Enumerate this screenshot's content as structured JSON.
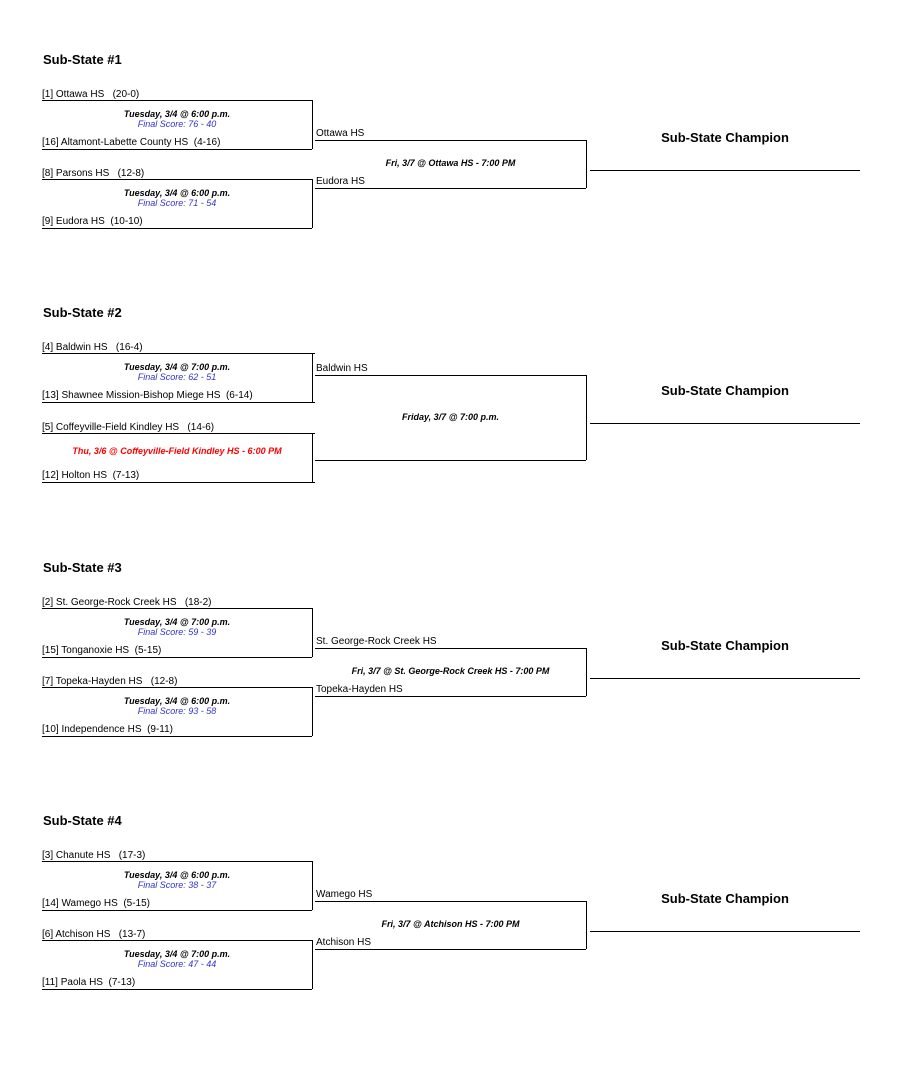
{
  "sections": [
    {
      "title": "Sub-State #1",
      "games": [
        {
          "top": "[1] Ottawa HS   (20-0)",
          "bottom": "[16] Altamont-Labette County HS  (4-16)",
          "time": "Tuesday, 3/4 @ 6:00 p.m.",
          "score": "Final Score: 76 - 40"
        },
        {
          "top": "[8] Parsons HS   (12-8)",
          "bottom": "[9] Eudora HS  (10-10)",
          "time": "Tuesday, 3/4 @ 6:00 p.m.",
          "score": "Final Score: 71 - 54"
        }
      ],
      "semi": {
        "top": "Ottawa HS",
        "bottom": "Eudora HS",
        "info": "Fri, 3/7 @ Ottawa HS - 7:00 PM"
      },
      "champion": "Sub-State Champion"
    },
    {
      "title": "Sub-State #2",
      "games": [
        {
          "top": "[4] Baldwin HS   (16-4)",
          "bottom": "[13] Shawnee Mission-Bishop Miege HS  (6-14)",
          "time": "Tuesday, 3/4 @ 7:00 p.m.",
          "score": "Final Score: 62 - 51"
        },
        {
          "top": "[5] Coffeyville-Field Kindley HS   (14-6)",
          "bottom": "[12] Holton HS  (7-13)",
          "time": "Thu, 3/6 @ Coffeyville-Field Kindley HS - 6:00 PM",
          "score": null,
          "alert": true
        }
      ],
      "semi": {
        "top": "Baldwin HS",
        "bottom": "",
        "info": "Friday, 3/7 @ 7:00 p.m."
      },
      "champion": "Sub-State Champion"
    },
    {
      "title": "Sub-State #3",
      "games": [
        {
          "top": "[2] St. George-Rock Creek HS   (18-2)",
          "bottom": "[15] Tonganoxie HS  (5-15)",
          "time": "Tuesday, 3/4 @ 7:00 p.m.",
          "score": "Final Score: 59 - 39"
        },
        {
          "top": "[7] Topeka-Hayden HS   (12-8)",
          "bottom": "[10] Independence HS  (9-11)",
          "time": "Tuesday, 3/4 @ 6:00 p.m.",
          "score": "Final Score: 93 - 58"
        }
      ],
      "semi": {
        "top": "St. George-Rock Creek HS",
        "bottom": "Topeka-Hayden HS",
        "info": "Fri, 3/7 @ St. George-Rock Creek HS - 7:00 PM"
      },
      "champion": "Sub-State Champion"
    },
    {
      "title": "Sub-State #4",
      "games": [
        {
          "top": "[3] Chanute HS   (17-3)",
          "bottom": "[14] Wamego HS  (5-15)",
          "time": "Tuesday, 3/4 @ 6:00 p.m.",
          "score": "Final Score: 38 - 37"
        },
        {
          "top": "[6] Atchison HS   (13-7)",
          "bottom": "[11] Paola HS  (7-13)",
          "time": "Tuesday, 3/4 @ 7:00 p.m.",
          "score": "Final Score: 47 - 44"
        }
      ],
      "semi": {
        "top": "Wamego HS",
        "bottom": "Atchison HS",
        "info": "Fri, 3/7 @ Atchison HS - 7:00 PM"
      },
      "champion": "Sub-State Champion"
    }
  ]
}
